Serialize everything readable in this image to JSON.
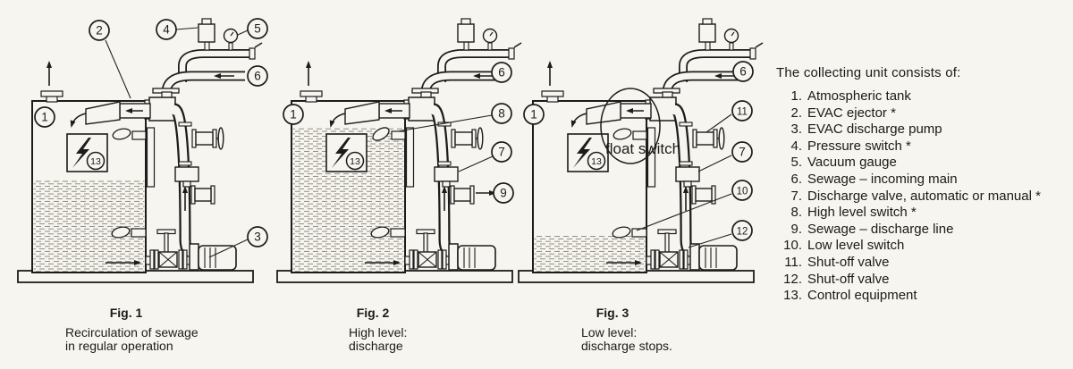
{
  "page": {
    "paper": "#f7f5ef",
    "ink": "#1c1c1c",
    "accent_red": "#c9241c",
    "water_hatch": "#8a867e"
  },
  "figures": [
    {
      "title": "Fig. 1",
      "caption_lines": [
        "Recirculation of sewage",
        "in regular operation"
      ],
      "water_level": "medium",
      "callouts": [
        "2",
        "4",
        "5",
        "6",
        "1",
        "3",
        "13"
      ]
    },
    {
      "title": "Fig. 2",
      "caption_lines": [
        "High level:",
        "discharge"
      ],
      "water_level": "high",
      "callouts": [
        "1",
        "6",
        "8",
        "7",
        "9",
        "13"
      ]
    },
    {
      "title": "Fig. 3",
      "caption_lines": [
        "Low level:",
        "discharge stops."
      ],
      "water_level": "low",
      "annotation": "float switch",
      "callouts": [
        "1",
        "6",
        "11",
        "7",
        "10",
        "12",
        "13"
      ]
    }
  ],
  "legend": {
    "title": "The collecting unit consists of:",
    "items": [
      {
        "num": "1.",
        "label": "Atmospheric tank"
      },
      {
        "num": "2.",
        "label": "EVAC ejector *"
      },
      {
        "num": "3.",
        "label": "EVAC discharge pump"
      },
      {
        "num": "4.",
        "label": "Pressure switch *"
      },
      {
        "num": "5.",
        "label": "Vacuum gauge"
      },
      {
        "num": "6.",
        "label": "Sewage – incoming main"
      },
      {
        "num": "7.",
        "label": "Discharge valve, automatic or manual *"
      },
      {
        "num": "8.",
        "label": "High level switch *"
      },
      {
        "num": "9.",
        "label": "Sewage – discharge line"
      },
      {
        "num": "10.",
        "label": "Low level switch"
      },
      {
        "num": "11.",
        "label": "Shut-off valve"
      },
      {
        "num": "12.",
        "label": "Shut-off valve"
      },
      {
        "num": "13.",
        "label": "Control equipment"
      }
    ]
  }
}
